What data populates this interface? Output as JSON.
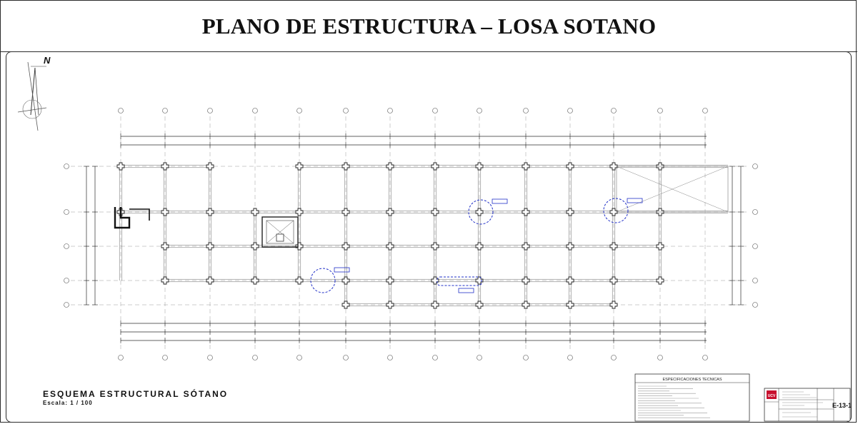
{
  "title": "PLANO DE ESTRUCTURA – LOSA SOTANO",
  "north": "N",
  "caption": {
    "main": "ESQUEMA ESTRUCTURAL SÓTANO",
    "scale": "Escala: 1 / 100"
  },
  "specs": {
    "header": "ESPECIFICACIONES TECNICAS"
  },
  "title_block": {
    "logo": "UCV",
    "sheet_number": "E-13-1"
  },
  "colors": {
    "line": "#2b2b2b",
    "axis": "#9a9a9a",
    "highlight": "#2231c8"
  }
}
